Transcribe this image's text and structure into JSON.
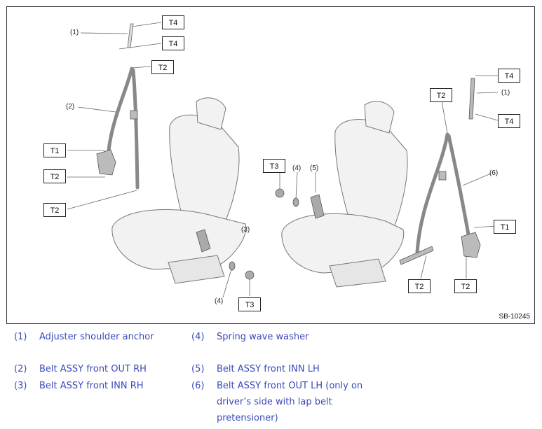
{
  "figure": {
    "code": "SB-10245",
    "torque_labels": {
      "t4a": "T4",
      "t4b": "T4",
      "t2_top_left": "T2",
      "t1_left": "T1",
      "t2_left_mid": "T2",
      "t2_left_low": "T2",
      "t3_center": "T3",
      "t3_low": "T3",
      "t4c": "T4",
      "t4d": "T4",
      "t2_top_right": "T2",
      "t1_right": "T1",
      "t2_bottom_a": "T2",
      "t2_bottom_b": "T2"
    },
    "part_callouts": {
      "c1_left": "(1)",
      "c2": "(2)",
      "c3": "(3)",
      "c4_low": "(4)",
      "c4_top": "(4)",
      "c5": "(5)",
      "c1_right": "(1)",
      "c6": "(6)"
    }
  },
  "legend": [
    {
      "num": "(1)",
      "text": "Adjuster shoulder anchor"
    },
    {
      "num": "(4)",
      "text": "Spring wave washer"
    },
    {
      "num": "(2)",
      "text": "Belt ASSY front OUT RH"
    },
    {
      "num": "(5)",
      "text": "Belt ASSY front INN LH"
    },
    {
      "num": "(3)",
      "text": "Belt ASSY front INN RH"
    },
    {
      "num": "(6)",
      "text": "Belt ASSY front OUT LH (only on driver’s side with lap belt pretensioner)"
    }
  ]
}
